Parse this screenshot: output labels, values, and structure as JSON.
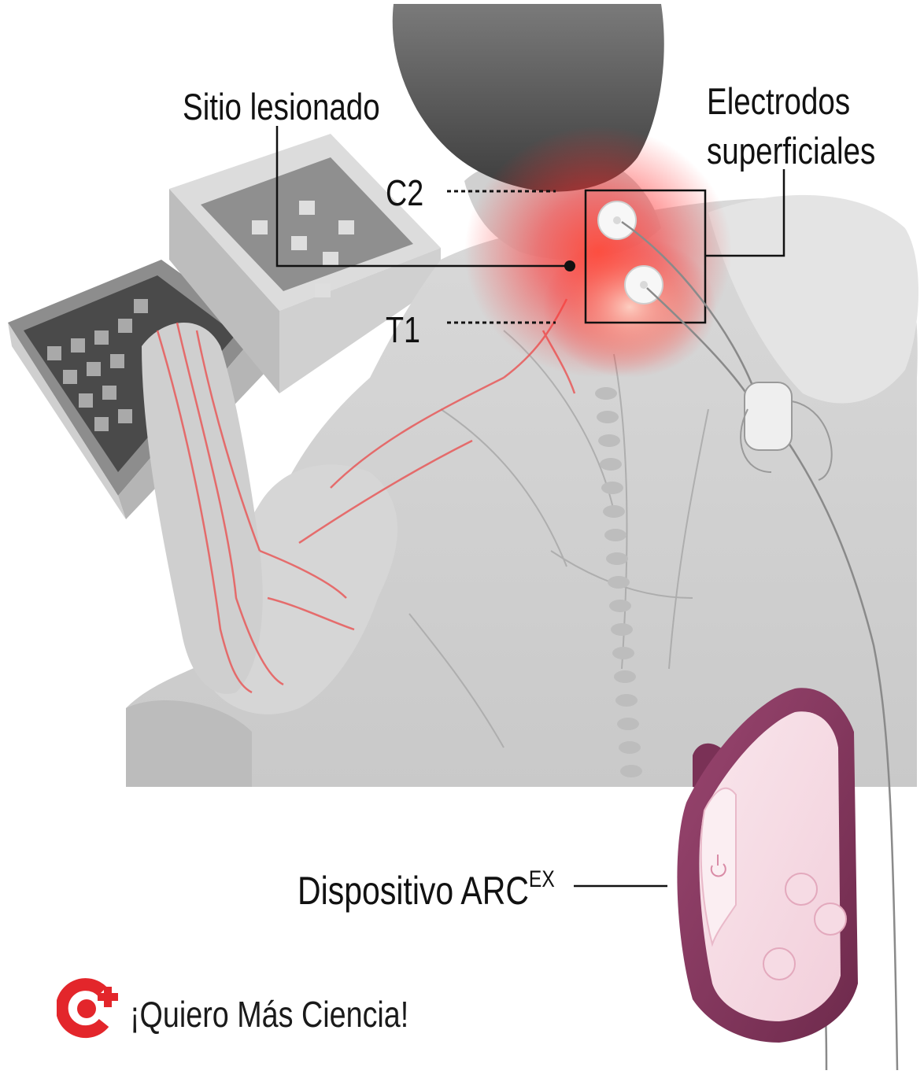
{
  "labels": {
    "injury_site": "Sitio lesionado",
    "electrodes_line1": "Electrodos",
    "electrodes_line2": "superficiales",
    "level_top": "C2",
    "level_bottom": "T1",
    "device_name": "Dispositivo ARC",
    "device_superscript": "EX"
  },
  "brand": {
    "name": "¡Quiero Más Ciencia!",
    "logo_icon": "c-plus-logo-icon",
    "logo_color": "#e3262b"
  },
  "colors": {
    "glow": "#ff2b2b",
    "device_frame": "#8c3b61",
    "device_face": "#f7dde5",
    "skin": "#e2e2e2",
    "nerve": "#e85a5a"
  }
}
